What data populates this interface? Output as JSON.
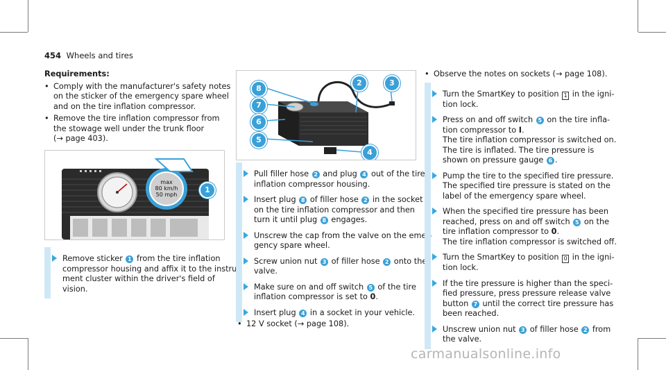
{
  "header": {
    "page_number": "454",
    "title": "Wheels and tires"
  },
  "col1": {
    "requirements_heading": "Requirements:",
    "req_bullets": [
      [
        "Comply with the manufacturer's safety notes",
        "on the sticker of the emergency spare wheel",
        "and on the tire inflation compressor."
      ],
      [
        "Remove the tire inflation compressor from",
        "the stowage well under the trunk floor",
        "(→ page 403)."
      ]
    ],
    "gauge": {
      "line1": "max",
      "line2": "80 km/h",
      "line3": "50 mph"
    },
    "figure_callout": "1",
    "step1": {
      "pre": "Remove sticker ",
      "n1": "1",
      "l1_post": " from the tire inflation",
      "l2": "compressor housing and affix it to the instru-",
      "l3": "ment cluster within the driver's field of",
      "l4": "vision."
    }
  },
  "col2": {
    "figure_callouts": [
      "8",
      "7",
      "6",
      "5",
      "2",
      "3",
      "4"
    ],
    "s1": {
      "a": "Pull filler hose ",
      "n1": "2",
      "b": " and plug ",
      "n2": "4",
      "c": " out of the tire",
      "l2": "inflation compressor housing."
    },
    "s2": {
      "a": "Insert plug ",
      "n1": "8",
      "b": " of filler hose ",
      "n2": "2",
      "c": " in the socket",
      "l2": "on the tire inflation compressor and then",
      "l3a": "turn it until plug ",
      "n3": "8",
      "l3b": " engages."
    },
    "s3": {
      "l1": "Unscrew the cap from the valve on the emer-",
      "l2": "gency spare wheel."
    },
    "s4": {
      "a": "Screw union nut ",
      "n1": "3",
      "b": " of filler hose ",
      "n2": "2",
      "c": " onto the",
      "l2": "valve."
    },
    "s5": {
      "a": "Make sure on and off switch ",
      "n1": "5",
      "b": " of the tire",
      "l2a": "inflation compressor is set to ",
      "l2b": "0",
      "l2c": "."
    },
    "s6": {
      "a": "Insert plug ",
      "n1": "4",
      "b": " in a socket in your vehicle."
    },
    "bullet": "12 V socket (→ page 108)."
  },
  "col3": {
    "bullet": "Observe the notes on sockets (→ page 108).",
    "s1": {
      "a": "Turn the SmartKey to position ",
      "k": "1",
      "b": " in the igni-",
      "l2": "tion lock."
    },
    "s2": {
      "a": "Press on and off switch ",
      "n1": "5",
      "b": " on the tire infla-",
      "l2a": "tion compressor to ",
      "l2b": "I",
      "l2c": ".",
      "l3": "The tire inflation compressor is switched on.",
      "l4": "The tire is inflated. The tire pressure is",
      "l5a": "shown on pressure gauge ",
      "n2": "6",
      "l5b": "."
    },
    "s3": {
      "l1": "Pump the tire to the specified tire pressure.",
      "l2": "The specified tire pressure is stated on the",
      "l3": "label of the emergency spare wheel."
    },
    "s4": {
      "l1": "When the specified tire pressure has been",
      "l2a": "reached, press on and off switch ",
      "n1": "5",
      "l2b": " on the",
      "l3a": "tire inflation compressor to ",
      "l3b": "0",
      "l3c": ".",
      "l4": "The tire inflation compressor is switched off."
    },
    "s5": {
      "a": "Turn the SmartKey to position ",
      "k": "0",
      "b": " in the igni-",
      "l2": "tion lock."
    },
    "s6": {
      "l1": "If the tire pressure is higher than the speci-",
      "l2": "fied pressure, press pressure release valve",
      "l3a": "button ",
      "n1": "7",
      "l3b": " until the correct tire pressure has",
      "l4": "been reached."
    },
    "s7": {
      "a": "Unscrew union nut ",
      "n1": "3",
      "b": " of filler hose ",
      "n2": "2",
      "c": " from",
      "l2": "the valve."
    }
  },
  "watermark": "carmanualsonline.info"
}
